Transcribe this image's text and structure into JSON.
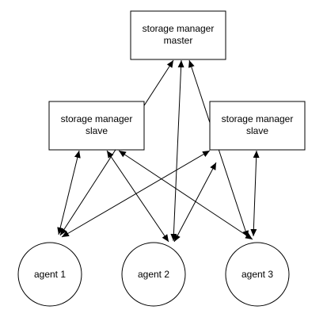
{
  "diagram": {
    "nodes": {
      "master": {
        "line1": "storage manager",
        "line2": "master"
      },
      "slave_left": {
        "line1": "storage manager",
        "line2": "slave"
      },
      "slave_right": {
        "line1": "storage manager",
        "line2": "slave"
      },
      "agent1": {
        "label": "agent 1"
      },
      "agent2": {
        "label": "agent 2"
      },
      "agent3": {
        "label": "agent 3"
      }
    },
    "colors": {
      "stroke": "#000000",
      "fill": "#ffffff",
      "text": "#000000"
    }
  }
}
